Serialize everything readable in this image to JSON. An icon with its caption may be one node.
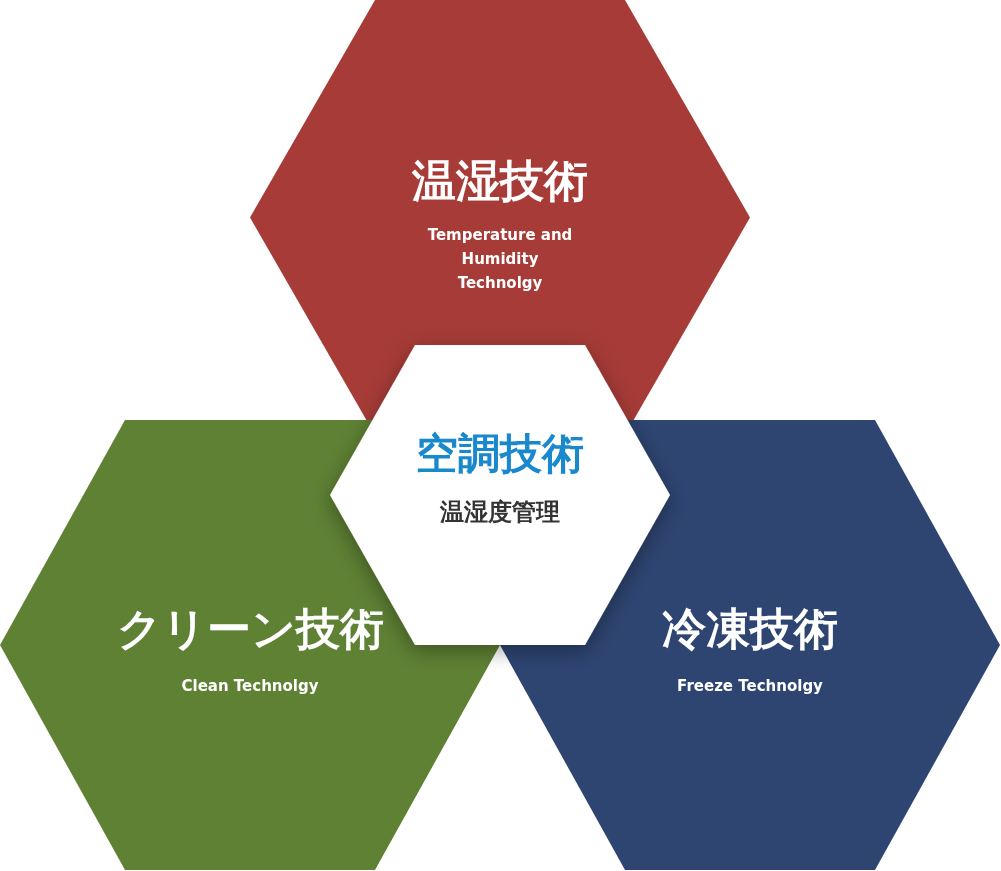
{
  "diagram": {
    "nodes": [
      {
        "text": [
          "温湿技術",
          "Temperature and Humidity Technolgy"
        ]
      },
      {
        "text": [
          "空調技術",
          "温湿度管理"
        ]
      },
      {
        "text": [
          "クリーン技術",
          "Clean Technolgy"
        ]
      },
      {
        "text": [
          "冷凍技術",
          "Freeze Technolgy"
        ]
      }
    ]
  }
}
